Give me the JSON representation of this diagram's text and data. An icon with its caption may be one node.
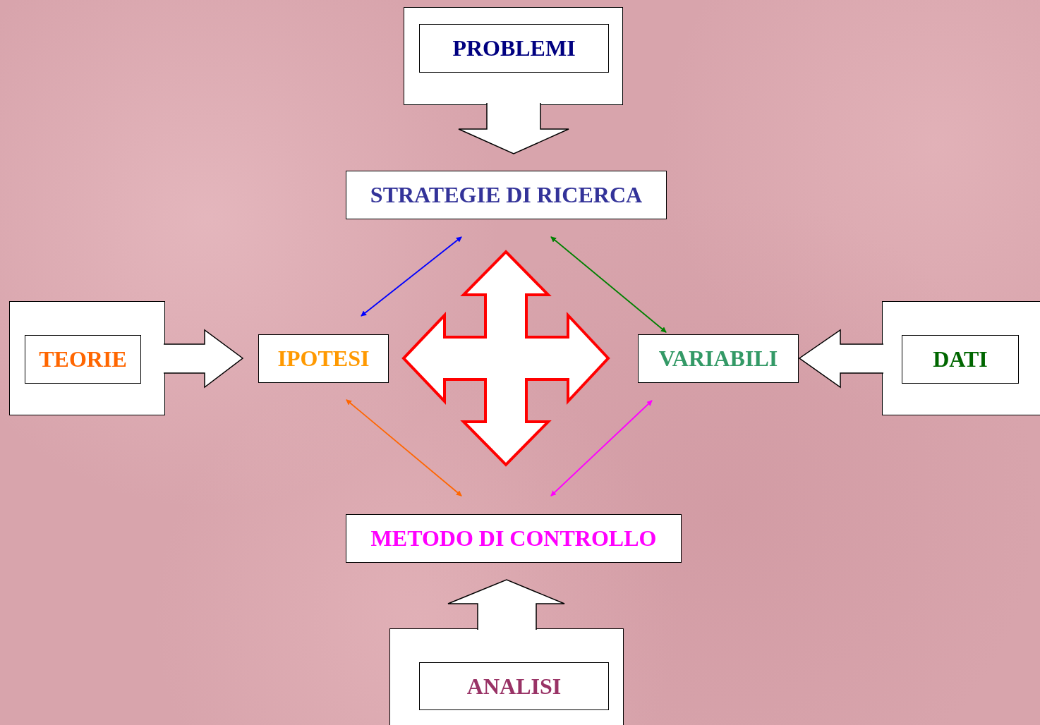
{
  "diagram": {
    "nodes": [
      {
        "text": [],
        "shape": "box"
      },
      {
        "text": [
          "PROBLEMI"
        ],
        "in": 0
      },
      {
        "text": [
          "STRATEGIE DI RICERCA"
        ]
      },
      {
        "text": [],
        "shape": "box"
      },
      {
        "text": [
          "TEORIE"
        ],
        "in": 3
      },
      {
        "text": [
          "IPOTESI"
        ]
      },
      {
        "text": [
          "VARIABILI"
        ]
      },
      {
        "text": [],
        "shape": "box"
      },
      {
        "text": [
          "DATI"
        ],
        "in": 7
      },
      {
        "text": [
          "METODO DI CONTROLLO"
        ]
      },
      {
        "text": [],
        "shape": "box"
      },
      {
        "text": [
          "ANALISI"
        ],
        "in": 10
      }
    ],
    "edges": [
      {
        "from": 0,
        "to": 2,
        "arrow": "to",
        "style": "thick"
      },
      {
        "from": 3,
        "to": 5,
        "arrow": "to",
        "style": "thick"
      },
      {
        "from": 7,
        "to": 6,
        "arrow": "to",
        "style": "thick"
      },
      {
        "from": 10,
        "to": 9,
        "arrow": "to",
        "style": "thick"
      },
      {
        "from": 5,
        "to": 2,
        "arrow": "both",
        "color": "#0000ff"
      },
      {
        "from": 2,
        "to": 6,
        "arrow": "both",
        "color": "#008000"
      },
      {
        "from": 5,
        "to": 9,
        "arrow": "both",
        "color": "#ff6600"
      },
      {
        "from": 6,
        "to": 9,
        "arrow": "both",
        "color": "#ff00ff"
      }
    ]
  }
}
